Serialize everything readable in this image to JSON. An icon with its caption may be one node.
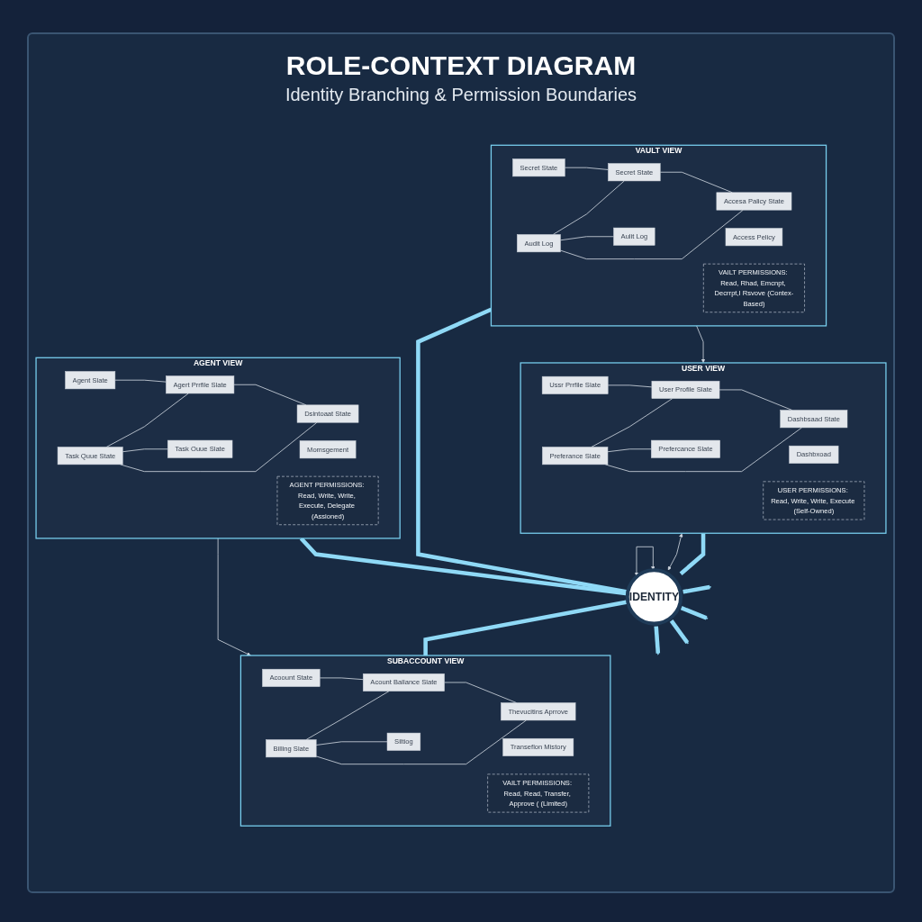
{
  "diagram": {
    "title": "ROLE-CONTEXT DIAGRAM",
    "nodes": [
      {
        "text": [
          "USER VIEW"
        ]
      },
      {
        "text": [
          "Ussr Prrfile Slate"
        ],
        "in": 0
      },
      {
        "text": [
          "User Profile Slate"
        ],
        "in": 0
      },
      {
        "text": [
          "Dashbsaad State"
        ],
        "in": 0
      },
      {
        "text": [
          "Dashbxoad"
        ],
        "in": 0
      },
      {
        "text": [
          "Prefercance Slate"
        ],
        "in": 0
      },
      {
        "text": [
          "Preferance Slate"
        ],
        "in": 0
      },
      {
        "text": [
          "USER PERMISSIONS: Read, Write, Write, Execute (Self-Owned)"
        ],
        "in": 0
      },
      {
        "text": [
          "AGENT VIEW"
        ]
      },
      {
        "text": [
          "Agent Slate"
        ],
        "in": 8
      },
      {
        "text": [
          "Agert Prrfile Slate"
        ],
        "in": 8
      },
      {
        "text": [
          "Dsintoaat State"
        ],
        "in": 8
      },
      {
        "text": [
          "Momsgement"
        ],
        "in": 8
      },
      {
        "text": [
          "Task Ouue Slate"
        ],
        "in": 8
      },
      {
        "text": [
          "Task Quue State"
        ],
        "in": 8
      },
      {
        "text": [
          "AGENT PERMISSIONS: Read, Write, Write, Execute, Delegate (Assioned)"
        ],
        "in": 8
      },
      {
        "text": [
          "VAULT VIEW"
        ]
      },
      {
        "text": [
          "Secret State"
        ],
        "in": 16
      },
      {
        "text": [
          "Secret State"
        ],
        "in": 16
      },
      {
        "text": [
          "Accesa Palicy State"
        ],
        "in": 16
      },
      {
        "text": [
          "Access Pelicy"
        ],
        "in": 16
      },
      {
        "text": [
          "Aulit Log"
        ],
        "in": 16
      },
      {
        "text": [
          "Audit Log"
        ],
        "in": 16
      },
      {
        "text": [
          "VAILT PERMISSIONS: Read, Rhad, Emcnpt, Decrrpt,I Rsvove (Contex-Based)"
        ],
        "in": 16
      },
      {
        "text": [
          "SUBACCOUNT VIEW"
        ]
      },
      {
        "text": [
          "Acoount State"
        ],
        "in": 24
      },
      {
        "text": [
          "Acount Ballance Slate"
        ],
        "in": 24
      },
      {
        "text": [
          "Thevucitins Aprrove"
        ],
        "in": 24
      },
      {
        "text": [
          "Transeflon Mistory"
        ],
        "in": 24
      },
      {
        "text": [
          "Siltiog"
        ],
        "in": 24
      },
      {
        "text": [
          "Billing Slate"
        ],
        "in": 24
      },
      {
        "text": [
          "VAILT PERMISSIONS: Read, Read, Transfer, Approve ( (Limited)"
        ],
        "in": 24
      },
      {
        "text": [
          "IDENTITY"
        ]
      }
    ],
    "edges": [
      {
        "from": 1,
        "to": 2,
        "arrow": "none"
      },
      {
        "from": 2,
        "to": 3,
        "arrow": "none"
      },
      {
        "from": 6,
        "to": 2,
        "arrow": "none"
      },
      {
        "from": 6,
        "to": 3,
        "arrow": "none"
      },
      {
        "from": 6,
        "to": 5,
        "arrow": "none"
      },
      {
        "from": 9,
        "to": 10,
        "arrow": "none"
      },
      {
        "from": 10,
        "to": 11,
        "arrow": "none"
      },
      {
        "from": 14,
        "to": 10,
        "arrow": "none"
      },
      {
        "from": 14,
        "to": 11,
        "arrow": "none"
      },
      {
        "from": 14,
        "to": 13,
        "arrow": "none"
      },
      {
        "from": 17,
        "to": 18,
        "arrow": "none"
      },
      {
        "from": 18,
        "to": 19,
        "arrow": "none"
      },
      {
        "from": 22,
        "to": 18,
        "arrow": "none"
      },
      {
        "from": 22,
        "to": 19,
        "arrow": "none"
      },
      {
        "from": 22,
        "to": 21,
        "arrow": "none"
      },
      {
        "from": 25,
        "to": 26,
        "arrow": "none"
      },
      {
        "from": 26,
        "to": 27,
        "arrow": "none"
      },
      {
        "from": 30,
        "to": 26,
        "arrow": "none"
      },
      {
        "from": 30,
        "to": 27,
        "arrow": "none"
      },
      {
        "from": 30,
        "to": 29,
        "arrow": "none"
      },
      {
        "from": 0,
        "to": 32,
        "arrow": "none",
        "style": "thick",
        "color": "#8fd9f6"
      },
      {
        "from": 8,
        "to": 32,
        "arrow": "none",
        "style": "thick",
        "color": "#8fd9f6"
      },
      {
        "from": 32,
        "to": 16,
        "arrow": "none",
        "style": "thick",
        "color": "#8fd9f6"
      },
      {
        "from": 32,
        "to": 24,
        "arrow": "none",
        "style": "thick",
        "color": "#8fd9f6"
      },
      {
        "from": 32,
        "to": null,
        "arrow": "to",
        "style": "thick",
        "color": "#8fd9f6"
      },
      {
        "from": 32,
        "to": null,
        "arrow": "to",
        "style": "thick",
        "color": "#8fd9f6"
      },
      {
        "from": 32,
        "to": null,
        "arrow": "to",
        "style": "thick",
        "color": "#8fd9f6"
      },
      {
        "from": 32,
        "to": null,
        "arrow": "to",
        "style": "thick",
        "color": "#8fd9f6"
      },
      {
        "from": 0,
        "to": 32,
        "arrow": "both"
      },
      {
        "from": 16,
        "to": 0,
        "arrow": "to"
      },
      {
        "from": 8,
        "to": 24,
        "arrow": "to"
      },
      {
        "from": 32,
        "to": 32,
        "arrow": "both"
      }
    ],
    "labels": [
      "Identity Branching & Permission Boundaries"
    ]
  }
}
